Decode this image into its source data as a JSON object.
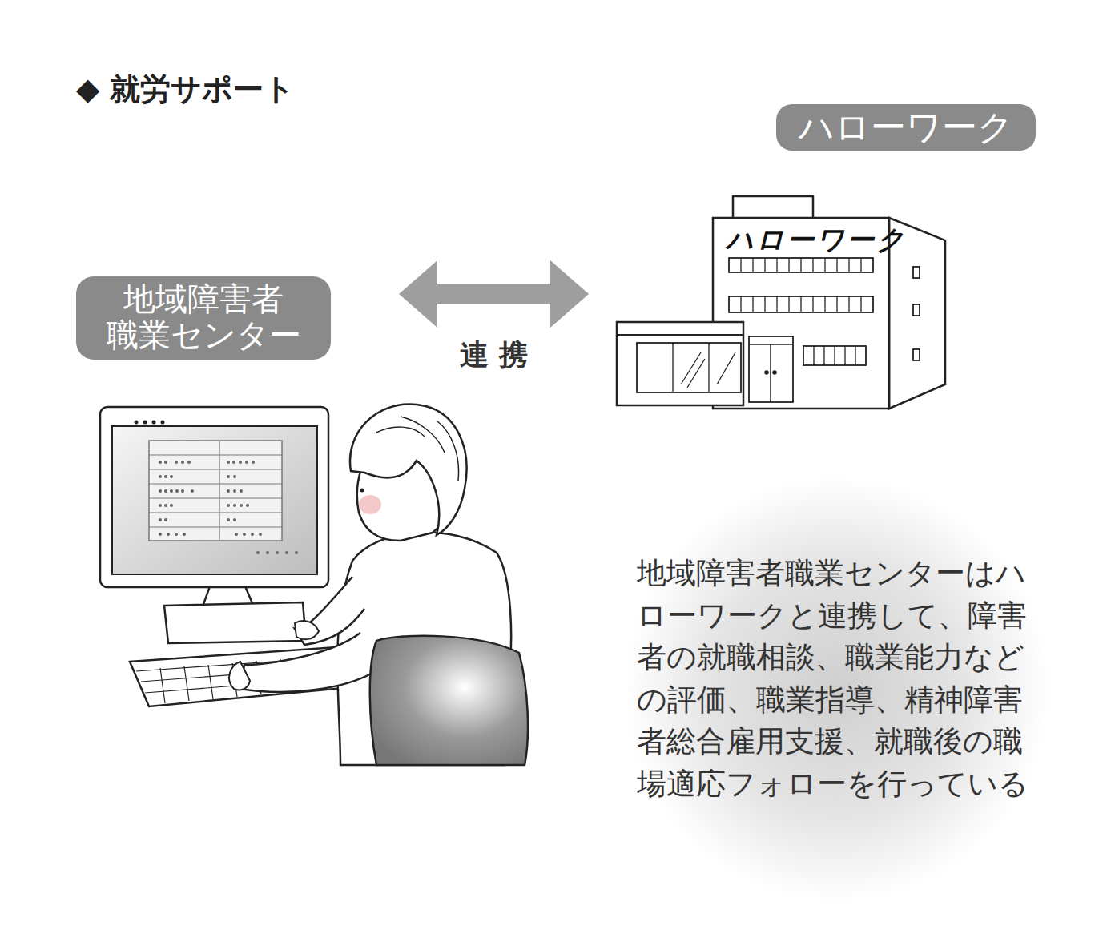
{
  "diagram": {
    "title": "◆ 就労サポート",
    "nodes": [
      {
        "text": [
          "地域障害者 職業センター"
        ]
      },
      {
        "text": [
          "ハローワーク"
        ]
      }
    ],
    "edges": [
      {
        "from": 0,
        "to": 1,
        "label": "連 携",
        "arrow": "both"
      }
    ],
    "labels": [
      "ハローワーク",
      "地域障害者職業センターはハローワークと連携して、障害者の就職相談、職業能力などの評価、職業指導、精神障害者総合雇用支援、就職後の職場適応フォローを行っている"
    ]
  }
}
